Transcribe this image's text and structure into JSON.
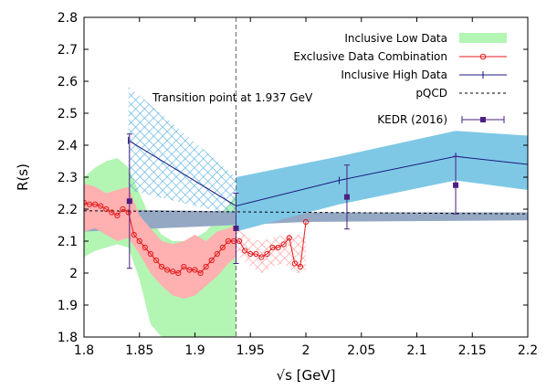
{
  "chart_data": {
    "type": "line",
    "xlabel": "√s [GeV]",
    "ylabel": "R(s)",
    "xlim": [
      1.8,
      2.2
    ],
    "ylim": [
      1.8,
      2.8
    ],
    "xticks": [
      1.8,
      1.85,
      1.9,
      1.95,
      2.0,
      2.05,
      2.1,
      2.15,
      2.2
    ],
    "xtick_labels": [
      "1.8",
      "1.85",
      "1.9",
      "1.95",
      "2",
      "2.05",
      "2.1",
      "2.15",
      "2.2"
    ],
    "yticks": [
      1.8,
      1.9,
      2.0,
      2.1,
      2.2,
      2.3,
      2.4,
      2.5,
      2.6,
      2.7,
      2.8
    ],
    "ytick_labels": [
      "1.8",
      "1.9",
      "2",
      "2.1",
      "2.2",
      "2.3",
      "2.4",
      "2.5",
      "2.6",
      "2.7",
      "2.8"
    ],
    "legend_position": "top-right",
    "annotation": {
      "text": "Transition point at 1.937 GeV",
      "x": 1.937
    },
    "colors": {
      "low_band": "#b3f5b3",
      "exclusive_line": "#e41a1c",
      "exclusive_band": "#ffb0b0",
      "high_line": "#1a1a80",
      "high_band": "#7ec8e6",
      "pqcd_line": "#000000",
      "pqcd_band": "#94a8c4",
      "kedr": "#4b1f80"
    },
    "series": [
      {
        "name": "Inclusive Low Data",
        "kind": "band",
        "x": [
          1.8,
          1.81,
          1.82,
          1.83,
          1.84,
          1.85,
          1.86,
          1.87,
          1.88,
          1.89,
          1.9,
          1.91,
          1.92,
          1.93,
          1.937
        ],
        "low": [
          2.05,
          2.07,
          2.08,
          2.09,
          2.08,
          1.98,
          1.84,
          1.8,
          1.8,
          1.8,
          1.8,
          1.8,
          1.8,
          1.8,
          1.8
        ],
        "high": [
          2.3,
          2.33,
          2.35,
          2.36,
          2.33,
          2.25,
          2.17,
          2.12,
          2.1,
          2.1,
          2.11,
          2.13,
          2.17,
          2.21,
          2.25
        ]
      },
      {
        "name": "Exclusive Data Combination",
        "kind": "line_markers",
        "x": [
          1.8,
          1.805,
          1.81,
          1.815,
          1.82,
          1.825,
          1.83,
          1.835,
          1.84,
          1.845,
          1.85,
          1.855,
          1.86,
          1.865,
          1.87,
          1.875,
          1.88,
          1.885,
          1.89,
          1.895,
          1.9,
          1.905,
          1.91,
          1.915,
          1.92,
          1.925,
          1.93,
          1.935,
          1.94,
          1.945,
          1.95,
          1.955,
          1.96,
          1.965,
          1.97,
          1.975,
          1.98,
          1.985,
          1.99,
          1.995,
          2.0
        ],
        "y": [
          2.22,
          2.215,
          2.215,
          2.21,
          2.2,
          2.19,
          2.18,
          2.2,
          2.19,
          2.12,
          2.1,
          2.08,
          2.06,
          2.04,
          2.02,
          2.01,
          2.005,
          2.0,
          2.02,
          2.01,
          2.01,
          2.0,
          2.02,
          2.04,
          2.06,
          2.08,
          2.1,
          2.1,
          2.1,
          2.07,
          2.06,
          2.06,
          2.05,
          2.06,
          2.08,
          2.08,
          2.09,
          2.11,
          2.03,
          2.02,
          2.16
        ]
      },
      {
        "name": "Exclusive Data Combination band",
        "kind": "band",
        "x": [
          1.8,
          1.81,
          1.82,
          1.83,
          1.84,
          1.85,
          1.86,
          1.87,
          1.88,
          1.89,
          1.9,
          1.91,
          1.92,
          1.93,
          1.937
        ],
        "low": [
          2.13,
          2.14,
          2.12,
          2.1,
          2.11,
          2.06,
          2.0,
          1.96,
          1.93,
          1.92,
          1.93,
          1.96,
          1.99,
          2.03,
          2.05
        ],
        "high": [
          2.28,
          2.27,
          2.25,
          2.26,
          2.27,
          2.18,
          2.14,
          2.1,
          2.09,
          2.1,
          2.12,
          2.1,
          2.13,
          2.14,
          2.15
        ]
      },
      {
        "name": "Exclusive hatched band",
        "kind": "hatched_band",
        "x": [
          1.937,
          1.95,
          1.96,
          1.97,
          1.98,
          1.99,
          2.0
        ],
        "low": [
          2.06,
          2.02,
          2.0,
          2.02,
          2.03,
          2.0,
          2.0
        ],
        "high": [
          2.14,
          2.11,
          2.1,
          2.11,
          2.12,
          2.12,
          2.12
        ]
      },
      {
        "name": "Inclusive High Data",
        "kind": "line_ticks",
        "x": [
          1.84,
          1.937,
          2.03,
          2.135,
          2.2
        ],
        "y": [
          2.415,
          2.21,
          2.29,
          2.365,
          2.34
        ]
      },
      {
        "name": "Inclusive High Data hatched band",
        "kind": "hatched_band",
        "x": [
          1.84,
          1.937
        ],
        "low": [
          2.26,
          2.18
        ],
        "high": [
          2.585,
          2.3
        ]
      },
      {
        "name": "Inclusive High Data band",
        "kind": "band",
        "x": [
          1.937,
          2.03,
          2.135,
          2.2
        ],
        "low": [
          2.13,
          2.215,
          2.29,
          2.26
        ],
        "high": [
          2.3,
          2.365,
          2.445,
          2.43
        ]
      },
      {
        "name": "pQCD",
        "kind": "dashed_line",
        "x": [
          1.8,
          2.2
        ],
        "y": [
          2.195,
          2.185
        ]
      },
      {
        "name": "pQCD band",
        "kind": "band",
        "x": [
          1.8,
          2.0,
          2.2
        ],
        "low": [
          2.13,
          2.16,
          2.165
        ],
        "high": [
          2.2,
          2.19,
          2.19
        ]
      },
      {
        "name": "KEDR (2016)",
        "kind": "error_points",
        "x": [
          1.841,
          1.937,
          2.037,
          2.135
        ],
        "y": [
          2.225,
          2.14,
          2.238,
          2.275
        ],
        "yerr": [
          0.21,
          0.11,
          0.1,
          0.09
        ]
      }
    ]
  }
}
